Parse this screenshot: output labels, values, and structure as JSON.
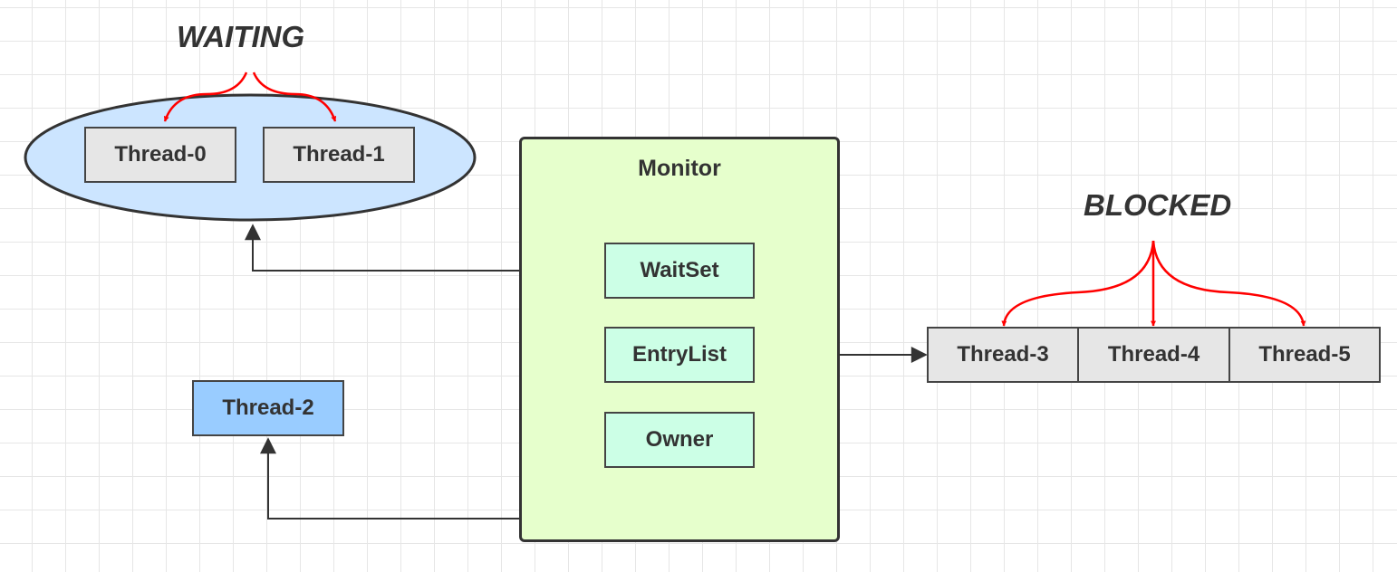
{
  "states": {
    "waiting": "WAITING",
    "blocked": "BLOCKED"
  },
  "monitor": {
    "title": "Monitor",
    "fields": {
      "waitset": "WaitSet",
      "entrylist": "EntryList",
      "owner": "Owner"
    }
  },
  "threads": {
    "t0": "Thread-0",
    "t1": "Thread-1",
    "t2": "Thread-2",
    "t3": "Thread-3",
    "t4": "Thread-4",
    "t5": "Thread-5"
  },
  "colors": {
    "waiting_ellipse": "#cce5ff",
    "monitor_fill": "#e6ffcc",
    "field_fill": "#ccffe6",
    "owner_thread_fill": "#99ccff",
    "thread_fill": "#e6e6e6",
    "red_arrow": "#ff0000",
    "dark_arrow": "#333333"
  }
}
